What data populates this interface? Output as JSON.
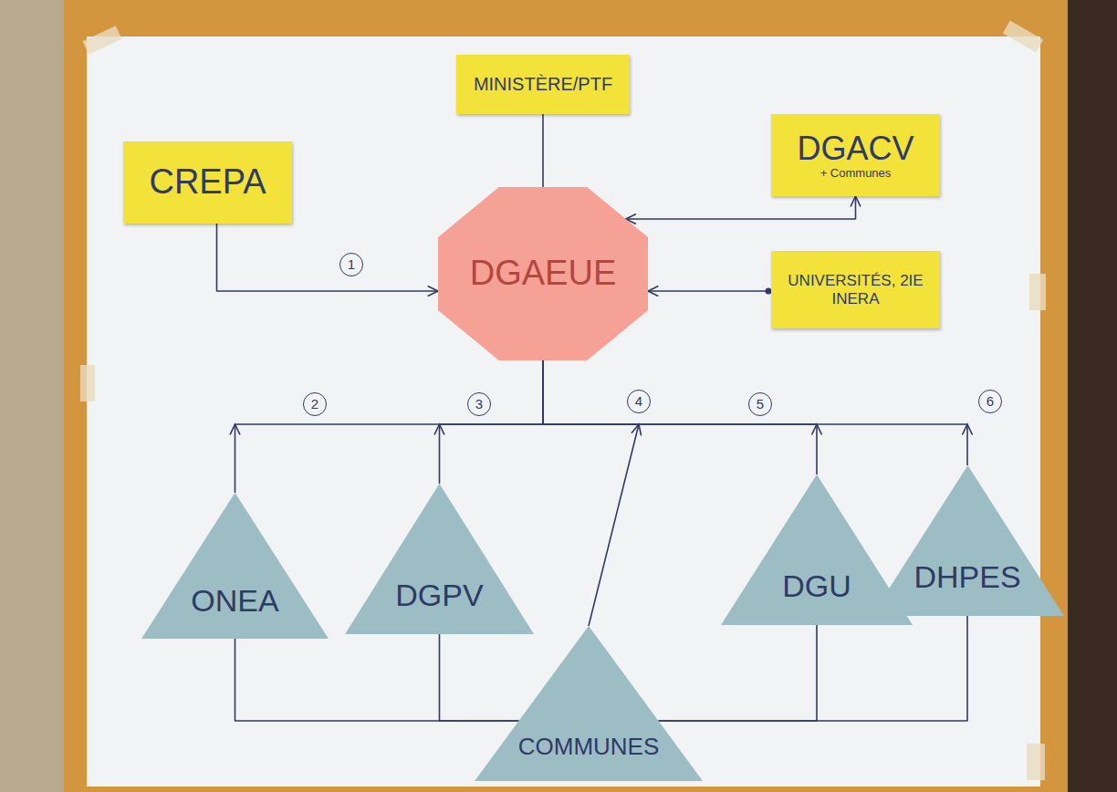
{
  "diagram": {
    "nodes": [
      {
        "text": [
          "MINISTÈRE/PTF"
        ]
      },
      {
        "text": [
          "CREPA"
        ]
      },
      {
        "text": [
          "DGACV",
          "+ Communes"
        ]
      },
      {
        "text": [
          "DGAEUE"
        ]
      },
      {
        "text": [
          "UNIVERSITÉS, 2IE INERA"
        ]
      },
      {
        "text": [
          "ONEA"
        ]
      },
      {
        "text": [
          "DGPV"
        ]
      },
      {
        "text": [
          "DGU"
        ]
      },
      {
        "text": [
          "DHPES"
        ]
      },
      {
        "text": [
          "COMMUNES"
        ]
      }
    ],
    "edges": [
      {
        "from": 0,
        "to": 3,
        "arrow": "none"
      },
      {
        "from": 1,
        "to": 3,
        "label": "1",
        "arrow": "to"
      },
      {
        "from": 3,
        "to": 2,
        "arrow": "both"
      },
      {
        "from": 4,
        "to": 3,
        "arrow": "to"
      },
      {
        "from": 5,
        "to": 3,
        "label": "2",
        "arrow": "to"
      },
      {
        "from": 6,
        "to": 3,
        "label": "3",
        "arrow": "to"
      },
      {
        "from": 9,
        "to": 3,
        "label": "4",
        "arrow": "to"
      },
      {
        "from": 7,
        "to": 3,
        "label": "5",
        "arrow": "to"
      },
      {
        "from": 8,
        "to": 3,
        "label": "6",
        "arrow": "to"
      },
      {
        "from": 9,
        "to": 5,
        "arrow": "none"
      },
      {
        "from": 9,
        "to": 6,
        "arrow": "none"
      },
      {
        "from": 9,
        "to": 7,
        "arrow": "none"
      },
      {
        "from": 9,
        "to": 8,
        "arrow": "none"
      }
    ]
  }
}
